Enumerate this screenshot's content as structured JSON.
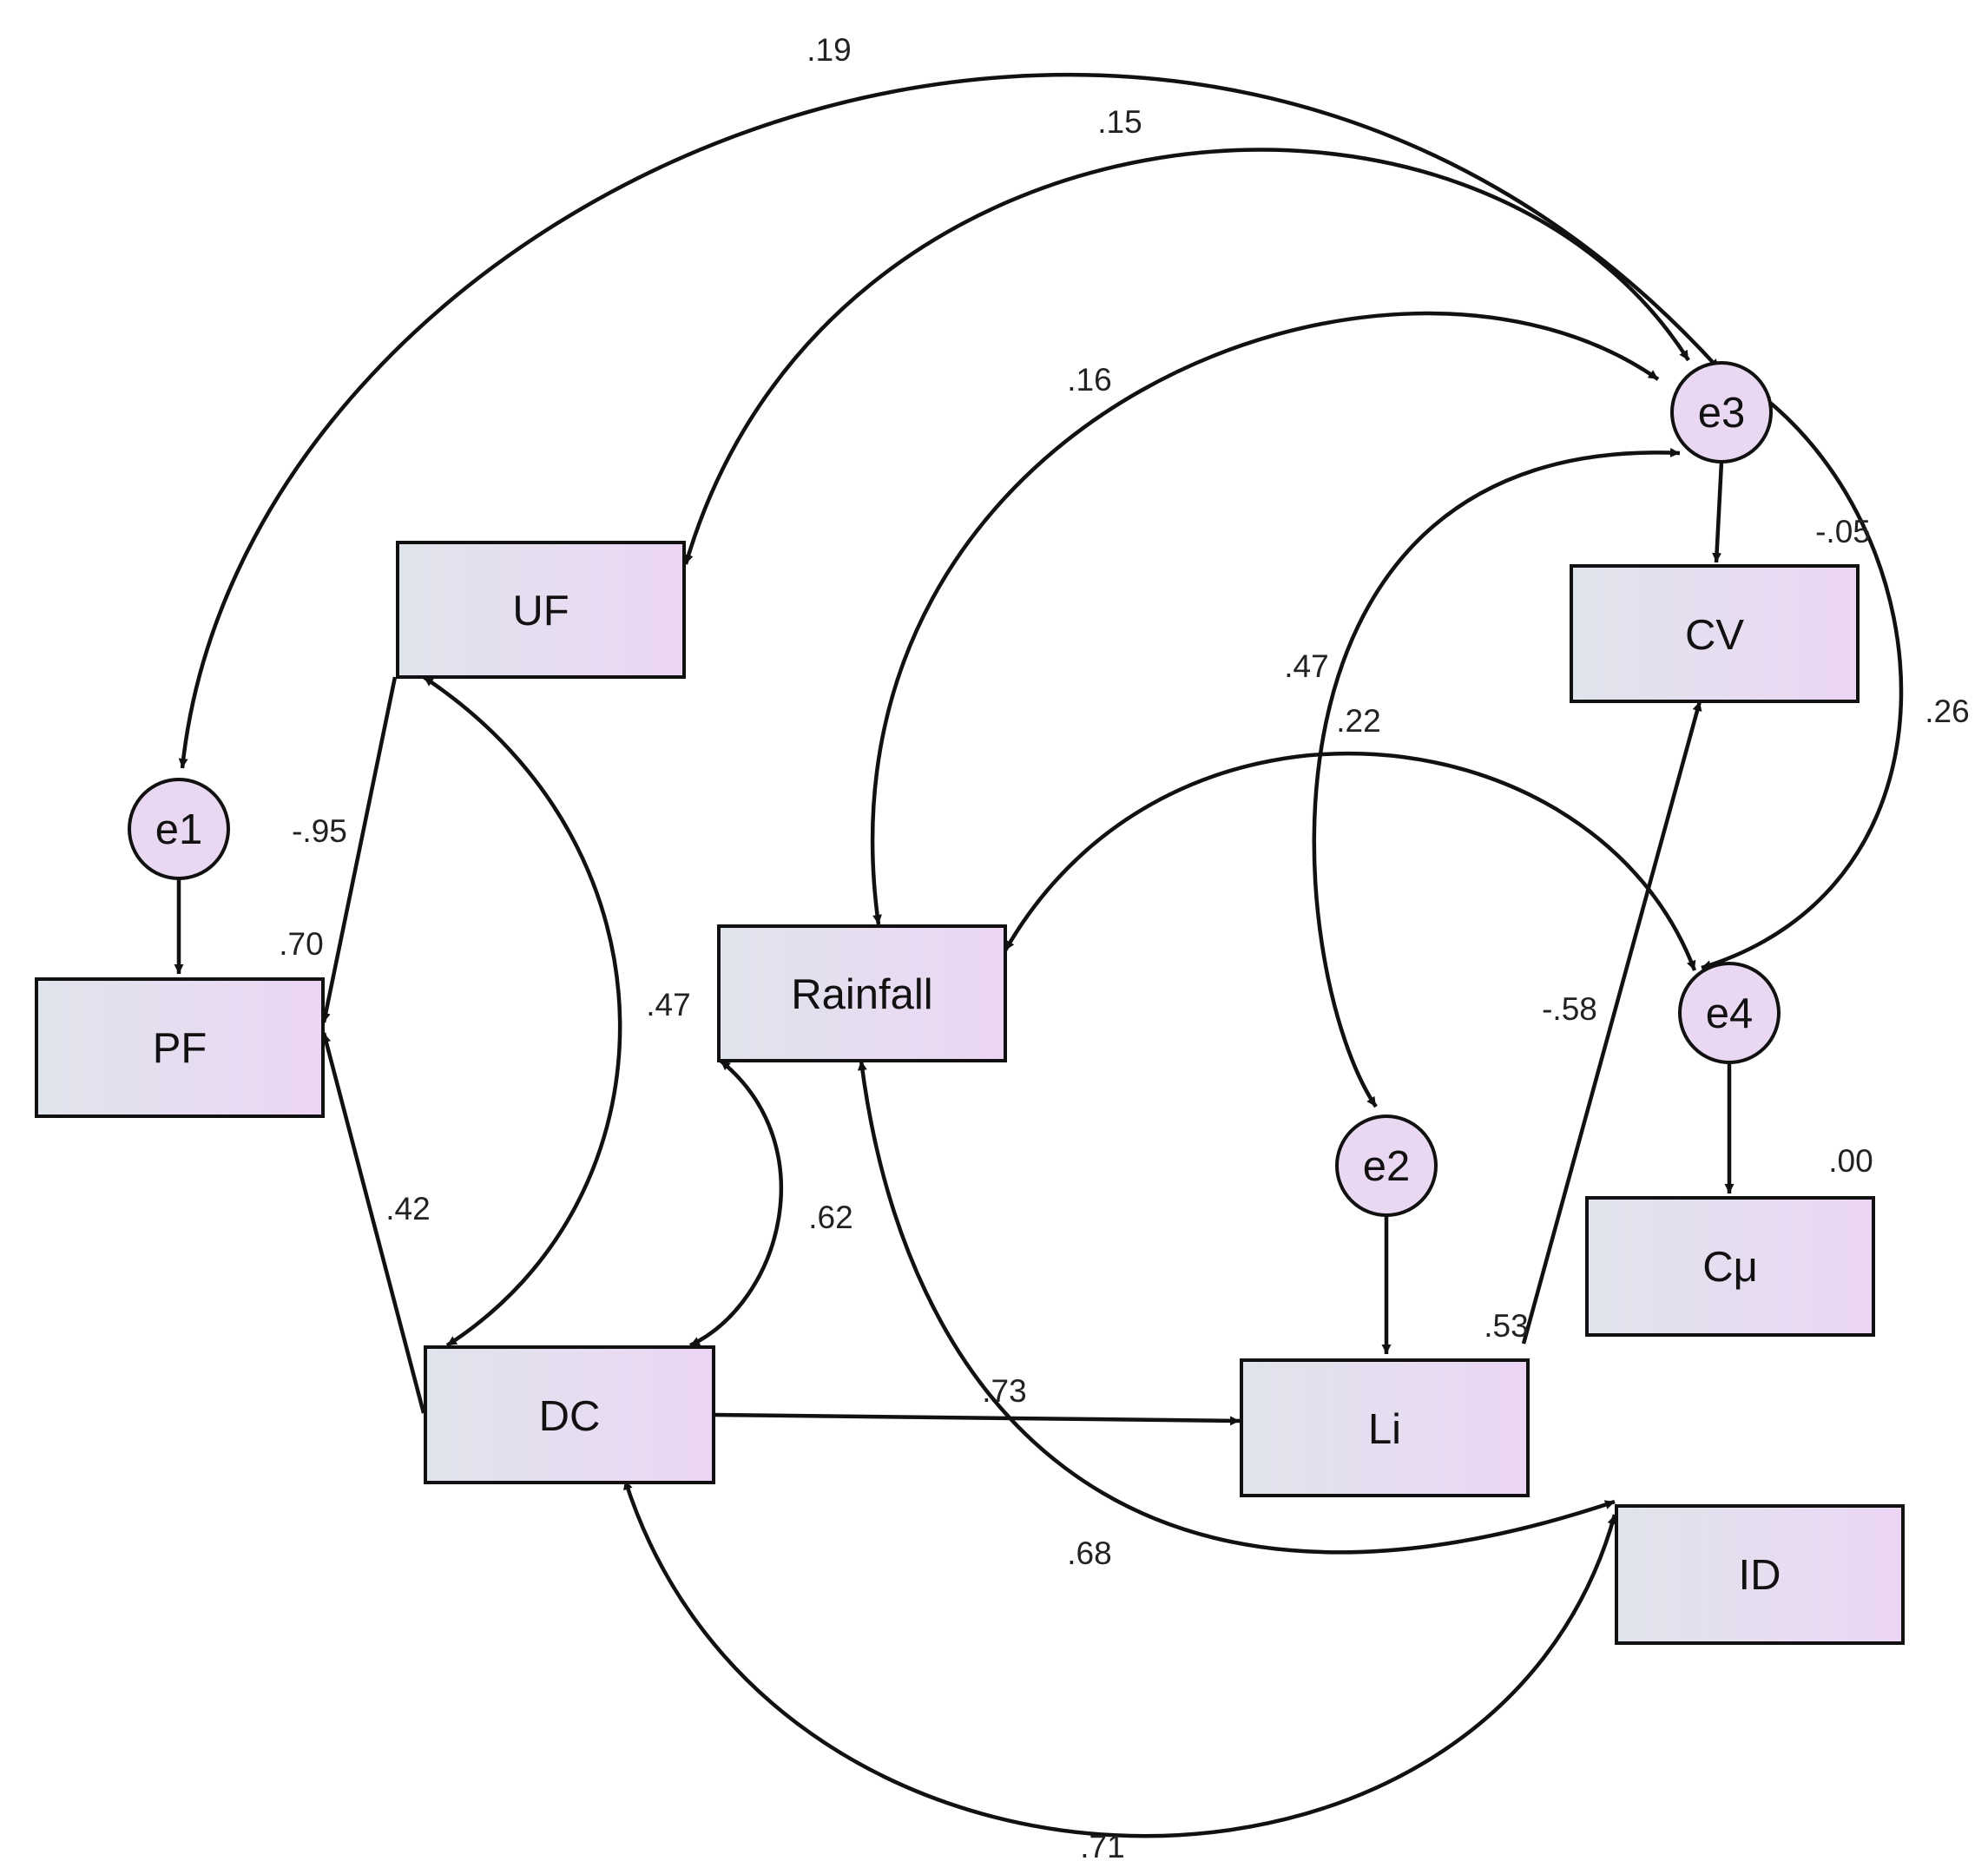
{
  "colors": {
    "fill_left": "#e0e4ec",
    "fill_right": "#ecd6f4",
    "error_fill": "#ead8f2",
    "stroke": "#111111",
    "background": "#ffffff"
  },
  "variables": {
    "uf": "UF",
    "pf": "PF",
    "rainfall": "Rainfall",
    "cv": "CV",
    "cmu": "Cμ",
    "dc": "DC",
    "li": "Li",
    "id": "ID"
  },
  "errors": {
    "e1": "e1",
    "e2": "e2",
    "e3": "e3",
    "e4": "e4"
  },
  "coefficients": {
    "e1_e3": ".19",
    "uf_e3": ".15",
    "rainfall_e3": ".16",
    "e2_e3": ".47",
    "rainfall_e4": ".22",
    "e3_e4_upper": "-.05",
    "e3_e4_lower": ".26",
    "uf_pf": "-.95",
    "pf_r2": ".70",
    "uf_dc": ".47",
    "rainfall_dc": ".62",
    "dc_pf": ".42",
    "dc_li": ".73",
    "li_r2": ".53",
    "li_cv": "-.58",
    "cmu_r2": ".00",
    "rainfall_id": ".68",
    "dc_id": ".71"
  }
}
